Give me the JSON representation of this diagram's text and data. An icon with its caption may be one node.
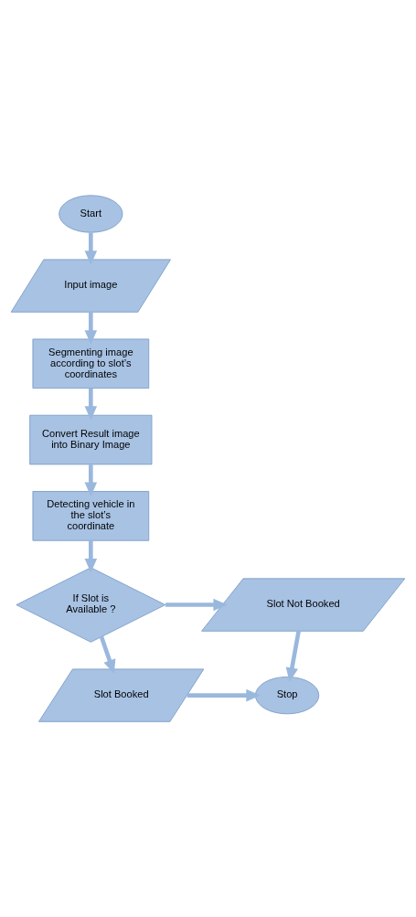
{
  "diagram": {
    "nodes": [
      {
        "text": [
          "Start"
        ]
      },
      {
        "text": [
          "Input image"
        ]
      },
      {
        "text": [
          "Segmenting image according to slot’s coordinates"
        ]
      },
      {
        "text": [
          "Convert Result image into Binary Image"
        ]
      },
      {
        "text": [
          "Detecting vehicle in the slot’s coordinate"
        ]
      },
      {
        "text": [
          "If Slot is Available ?"
        ]
      },
      {
        "text": [
          "Slot Not Booked"
        ]
      },
      {
        "text": [
          "Slot Booked"
        ]
      },
      {
        "text": [
          "Stop"
        ]
      }
    ],
    "edges": [
      {
        "from": 0,
        "to": 1,
        "arrow": "to"
      },
      {
        "from": 1,
        "to": 2,
        "arrow": "to"
      },
      {
        "from": 2,
        "to": 3,
        "arrow": "to"
      },
      {
        "from": 3,
        "to": 4,
        "arrow": "to"
      },
      {
        "from": 4,
        "to": 5,
        "arrow": "to"
      },
      {
        "from": 5,
        "to": 6,
        "arrow": "to"
      },
      {
        "from": 5,
        "to": 7,
        "arrow": "to"
      },
      {
        "from": 6,
        "to": 8,
        "arrow": "to"
      },
      {
        "from": 7,
        "to": 8,
        "arrow": "to"
      }
    ]
  }
}
